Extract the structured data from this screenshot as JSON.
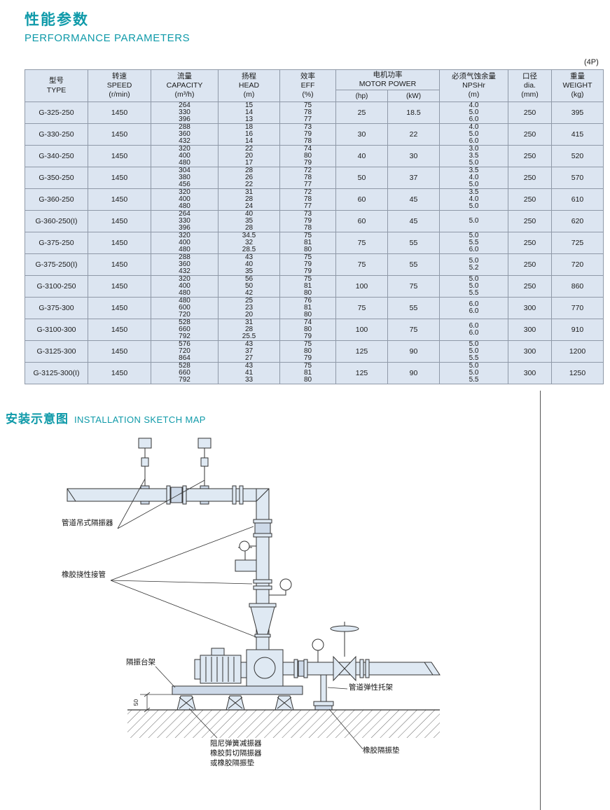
{
  "page": {
    "title_zh": "性能参数",
    "title_en": "PERFORMANCE PARAMETERS",
    "pole_note": "(4P)",
    "section2_title_zh": "安装示意图",
    "section2_title_en": "INSTALLATION SKETCH MAP"
  },
  "table": {
    "headers": {
      "type": {
        "zh": "型号",
        "en": "TYPE"
      },
      "speed": {
        "zh": "转速",
        "en": "SPEED",
        "unit": "(r/min)"
      },
      "capacity": {
        "zh": "流量",
        "en": "CAPACITY",
        "unit": "(m³/h)"
      },
      "head": {
        "zh": "扬程",
        "en": "HEAD",
        "unit": "(m)"
      },
      "eff": {
        "zh": "效率",
        "en": "EFF",
        "unit": "(%)"
      },
      "power": {
        "zh": "电机功率",
        "en": "MOTOR POWER",
        "hp": "(hp)",
        "kw": "(kW)"
      },
      "npshr": {
        "zh": "必须气蚀余量",
        "en": "NPSHr",
        "unit": "(m)"
      },
      "dia": {
        "zh": "口径",
        "en": "dia.",
        "unit": "(mm)"
      },
      "weight": {
        "zh": "重量",
        "en": "WEIGHT",
        "unit": "(kg)"
      }
    },
    "rows": [
      {
        "type": "G-325-250",
        "speed": "1450",
        "capacity": [
          "264",
          "330",
          "396"
        ],
        "head": [
          "15",
          "14",
          "13"
        ],
        "eff": [
          "75",
          "78",
          "77"
        ],
        "hp": "25",
        "kw": "18.5",
        "npshr": [
          "4.0",
          "5.0",
          "6.0"
        ],
        "dia": "250",
        "weight": "395"
      },
      {
        "type": "G-330-250",
        "speed": "1450",
        "capacity": [
          "288",
          "360",
          "432"
        ],
        "head": [
          "18",
          "16",
          "14"
        ],
        "eff": [
          "73",
          "79",
          "78"
        ],
        "hp": "30",
        "kw": "22",
        "npshr": [
          "4.0",
          "5.0",
          "6.0"
        ],
        "dia": "250",
        "weight": "415"
      },
      {
        "type": "G-340-250",
        "speed": "1450",
        "capacity": [
          "320",
          "400",
          "480"
        ],
        "head": [
          "22",
          "20",
          "17"
        ],
        "eff": [
          "74",
          "80",
          "79"
        ],
        "hp": "40",
        "kw": "30",
        "npshr": [
          "3.0",
          "3.5",
          "5.0"
        ],
        "dia": "250",
        "weight": "520"
      },
      {
        "type": "G-350-250",
        "speed": "1450",
        "capacity": [
          "304",
          "380",
          "456"
        ],
        "head": [
          "28",
          "26",
          "22"
        ],
        "eff": [
          "72",
          "78",
          "77"
        ],
        "hp": "50",
        "kw": "37",
        "npshr": [
          "3.5",
          "4.0",
          "5.0"
        ],
        "dia": "250",
        "weight": "570"
      },
      {
        "type": "G-360-250",
        "speed": "1450",
        "capacity": [
          "320",
          "400",
          "480"
        ],
        "head": [
          "31",
          "28",
          "24"
        ],
        "eff": [
          "72",
          "78",
          "77"
        ],
        "hp": "60",
        "kw": "45",
        "npshr": [
          "3.5",
          "4.0",
          "5.0"
        ],
        "dia": "250",
        "weight": "610"
      },
      {
        "type": "G-360-250(I)",
        "speed": "1450",
        "capacity": [
          "264",
          "330",
          "396"
        ],
        "head": [
          "40",
          "35",
          "28"
        ],
        "eff": [
          "73",
          "79",
          "78"
        ],
        "hp": "60",
        "kw": "45",
        "npshr": [
          "5.0"
        ],
        "dia": "250",
        "weight": "620"
      },
      {
        "type": "G-375-250",
        "speed": "1450",
        "capacity": [
          "320",
          "400",
          "480"
        ],
        "head": [
          "34.5",
          "32",
          "28.5"
        ],
        "eff": [
          "75",
          "81",
          "80"
        ],
        "hp": "75",
        "kw": "55",
        "npshr": [
          "5.0",
          "5.5",
          "6.0"
        ],
        "dia": "250",
        "weight": "725"
      },
      {
        "type": "G-375-250(I)",
        "speed": "1450",
        "capacity": [
          "288",
          "360",
          "432"
        ],
        "head": [
          "43",
          "40",
          "35"
        ],
        "eff": [
          "75",
          "79",
          "79"
        ],
        "hp": "75",
        "kw": "55",
        "npshr": [
          "5.0",
          "5.2"
        ],
        "dia": "250",
        "weight": "720"
      },
      {
        "type": "G-3100-250",
        "speed": "1450",
        "capacity": [
          "320",
          "400",
          "480"
        ],
        "head": [
          "56",
          "50",
          "42"
        ],
        "eff": [
          "75",
          "81",
          "80"
        ],
        "hp": "100",
        "kw": "75",
        "npshr": [
          "5.0",
          "5.0",
          "5.5"
        ],
        "dia": "250",
        "weight": "860"
      },
      {
        "type": "G-375-300",
        "speed": "1450",
        "capacity": [
          "480",
          "600",
          "720"
        ],
        "head": [
          "25",
          "23",
          "20"
        ],
        "eff": [
          "76",
          "81",
          "80"
        ],
        "hp": "75",
        "kw": "55",
        "npshr": [
          "6.0",
          "6.0"
        ],
        "dia": "300",
        "weight": "770"
      },
      {
        "type": "G-3100-300",
        "speed": "1450",
        "capacity": [
          "528",
          "660",
          "792"
        ],
        "head": [
          "31",
          "28",
          "25.5"
        ],
        "eff": [
          "74",
          "80",
          "79"
        ],
        "hp": "100",
        "kw": "75",
        "npshr": [
          "6.0",
          "6.0"
        ],
        "dia": "300",
        "weight": "910"
      },
      {
        "type": "G-3125-300",
        "speed": "1450",
        "capacity": [
          "576",
          "720",
          "864"
        ],
        "head": [
          "43",
          "37",
          "27"
        ],
        "eff": [
          "75",
          "80",
          "79"
        ],
        "hp": "125",
        "kw": "90",
        "npshr": [
          "5.0",
          "5.0",
          "5.5"
        ],
        "dia": "300",
        "weight": "1200"
      },
      {
        "type": "G-3125-300(I)",
        "speed": "1450",
        "capacity": [
          "528",
          "660",
          "792"
        ],
        "head": [
          "43",
          "41",
          "33"
        ],
        "eff": [
          "75",
          "81",
          "80"
        ],
        "hp": "125",
        "kw": "90",
        "npshr": [
          "5.0",
          "5.0",
          "5.5"
        ],
        "dia": "300",
        "weight": "1250"
      }
    ]
  },
  "diagram": {
    "labels": {
      "pipe_hanger": "管道吊式隔振器",
      "flexible_connector": "橡胶挠性接管",
      "isolation_stand": "隔振台架",
      "pipe_bracket": "管道弹性托架",
      "rubber_pad": "橡胶隔振垫",
      "isolator_option_1": "阻尼弹簧减振器",
      "isolator_option_2": "橡胶剪切隔振器",
      "isolator_option_3": "或橡胶隔振垫",
      "dim_50": "50"
    }
  }
}
